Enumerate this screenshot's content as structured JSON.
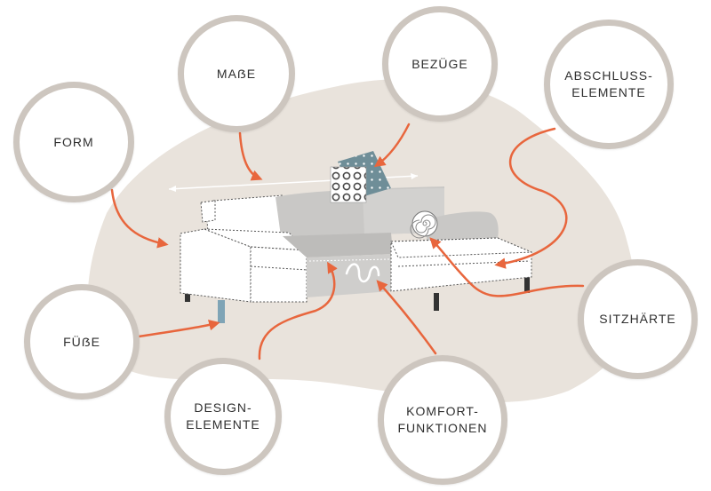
{
  "labels": {
    "form": "FORM",
    "masse": "MAẞE",
    "bezuege": "BEZÜGE",
    "abschluss_line1": "ABSCHLUSS-",
    "abschluss_line2": "ELEMENTE",
    "fuesse": "FÜẞE",
    "design_line1": "DESIGN-",
    "design_line2": "ELEMENTE",
    "komfort_line1": "KOMFORT-",
    "komfort_line2": "FUNKTIONEN",
    "sitzhaerte": "SITZHÄRTE"
  },
  "colors": {
    "blob": "#e9e3dc",
    "bubble_border": "#cdc6bf",
    "arrow": "#e8663d",
    "sofa_grey": "#c9c8c6",
    "sofa_outline": "#555555",
    "fabric": "#6f8e98"
  }
}
